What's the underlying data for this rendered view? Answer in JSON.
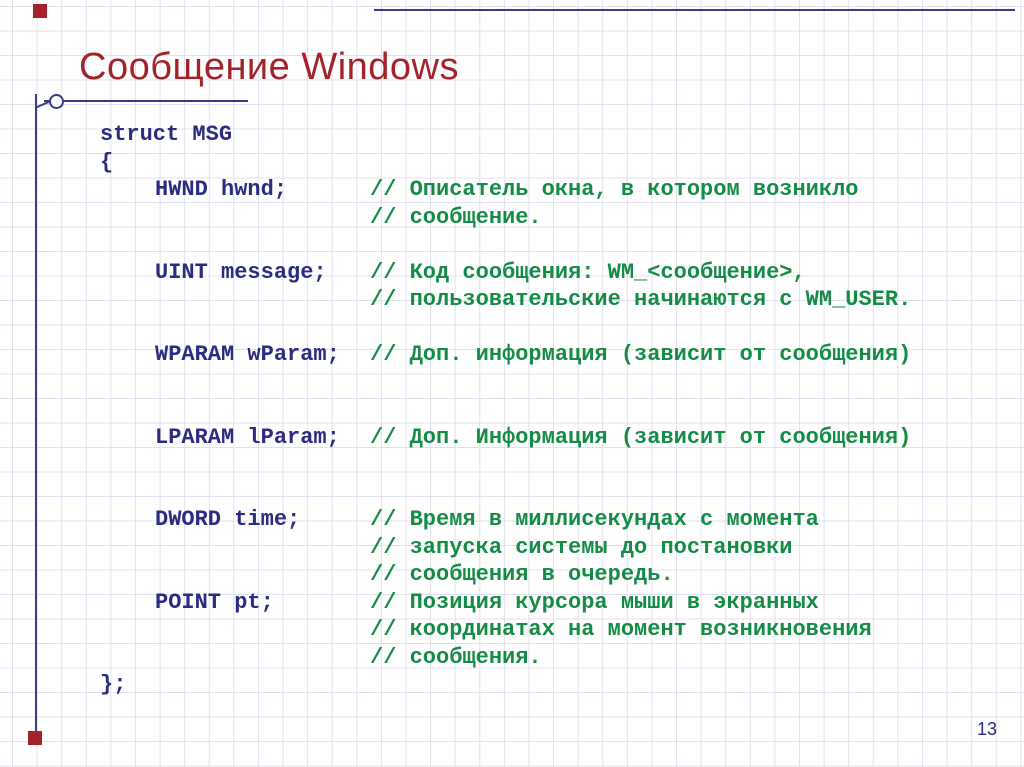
{
  "slide": {
    "title": "Сообщение Windows",
    "page_number": "13"
  },
  "colors": {
    "accent_red": "#a4232b",
    "code_navy": "#2b2b80",
    "comment_green": "#148c46",
    "line_navy": "#3a3a85",
    "grid": "#e0e0ef"
  },
  "code": {
    "rows": [
      {
        "code": "struct MSG",
        "comment": "",
        "indent": 0
      },
      {
        "code": "{",
        "comment": "",
        "indent": 0
      },
      {
        "code": "HWND hwnd;",
        "comment": "// Описатель окна, в котором возникло",
        "indent": 1
      },
      {
        "code": "",
        "comment": "// сообщение.",
        "indent": 1
      },
      {
        "code": "",
        "comment": "",
        "indent": 1
      },
      {
        "code": "UINT message;",
        "comment": "// Код сообщения: WM_<сообщение>,",
        "indent": 1
      },
      {
        "code": "",
        "comment": "// пользовательские начинаются с WM_USER.",
        "indent": 1
      },
      {
        "code": "",
        "comment": "",
        "indent": 1
      },
      {
        "code": "WPARAM wParam;",
        "comment": "// Доп. информация (зависит от сообщения)",
        "indent": 1
      },
      {
        "code": "",
        "comment": "",
        "indent": 1
      },
      {
        "code": "",
        "comment": "",
        "indent": 1
      },
      {
        "code": "LPARAM lParam;",
        "comment": "// Доп. Информация (зависит от сообщения)",
        "indent": 1
      },
      {
        "code": "",
        "comment": "",
        "indent": 1
      },
      {
        "code": "",
        "comment": "",
        "indent": 1
      },
      {
        "code": "DWORD time;",
        "comment": "// Время в миллисекундах с момента",
        "indent": 1
      },
      {
        "code": "",
        "comment": "// запуска системы до постановки",
        "indent": 1
      },
      {
        "code": "",
        "comment": "// сообщения в очередь.",
        "indent": 1
      },
      {
        "code": "POINT pt;",
        "comment": "// Позиция курсора мыши в экранных",
        "indent": 1
      },
      {
        "code": "",
        "comment": "// координатах на момент возникновения",
        "indent": 1
      },
      {
        "code": "",
        "comment": "// сообщения.",
        "indent": 1
      },
      {
        "code": "};",
        "comment": "",
        "indent": 0
      }
    ]
  }
}
